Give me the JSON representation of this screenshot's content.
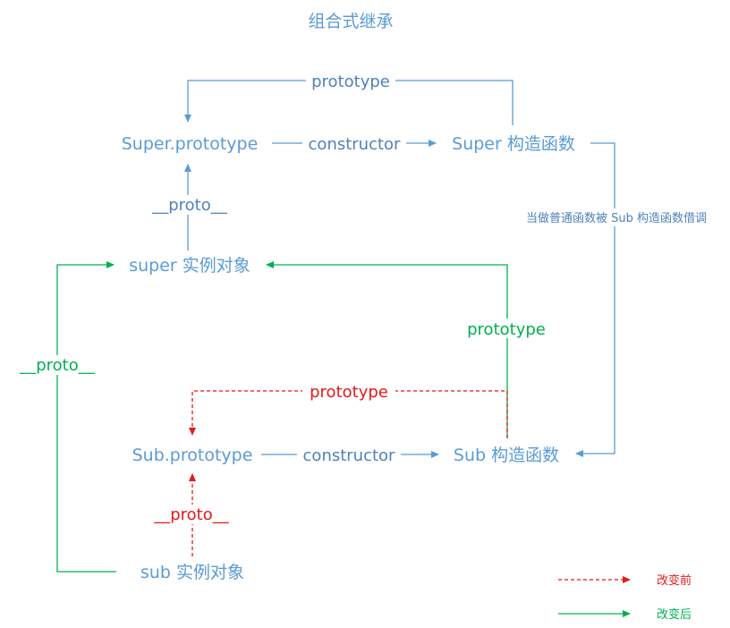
{
  "title": "组合式继承",
  "nodes": {
    "super_prototype": "Super.prototype",
    "super_ctor": "Super 构造函数",
    "super_instance": "super 实例对象",
    "sub_prototype": "Sub.prototype",
    "sub_ctor": "Sub 构造函数",
    "sub_instance": "sub 实例对象"
  },
  "edges": {
    "super_prototype_link": "prototype",
    "super_constructor_link": "constructor",
    "super_proto_link": "__proto__",
    "borrow_note": "当做普通函数被 Sub 构造函数借调",
    "sub_prototype_new": "prototype",
    "sub_prototype_old": "prototype",
    "sub_constructor_link": "constructor",
    "sub_proto_old": "__proto__",
    "sub_instance_proto": "__proto__"
  },
  "legend": {
    "before": "改变前",
    "after": "改变后"
  },
  "colors": {
    "blue": "#5b9bd5",
    "green": "#00b050",
    "red": "#e81818"
  }
}
